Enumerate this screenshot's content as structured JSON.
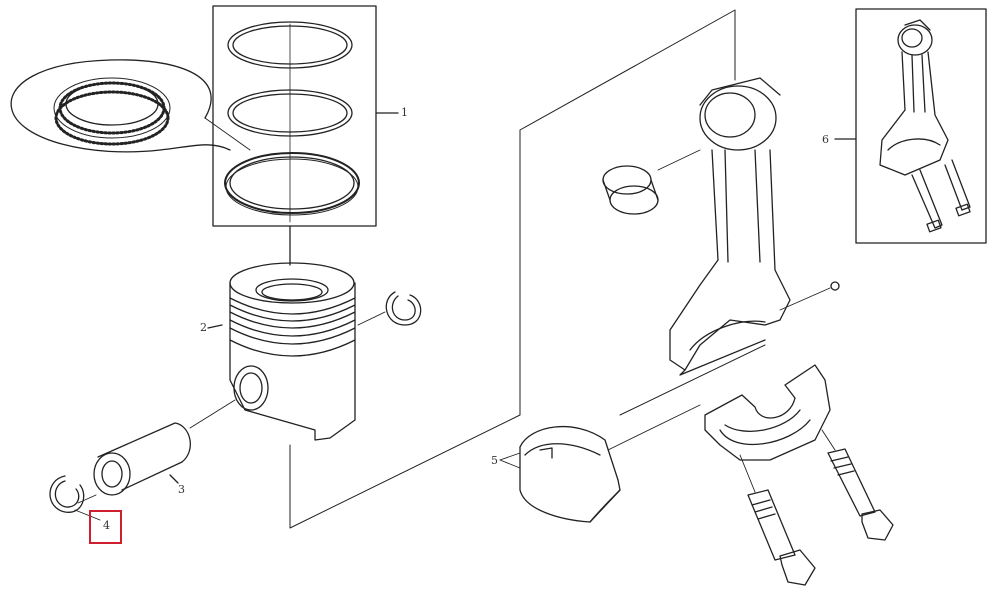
{
  "callouts": {
    "c1": "1",
    "c2": "2",
    "c3": "3",
    "c4": "4",
    "c5": "5",
    "c6": "6"
  },
  "highlight": {
    "callout": "4",
    "color": "#cf1f2e"
  },
  "icons": [
    "piston-ring-set",
    "piston",
    "piston-pin",
    "snap-ring",
    "bearing-shell",
    "connecting-rod",
    "connecting-rod-assembly",
    "rod-bolt"
  ]
}
